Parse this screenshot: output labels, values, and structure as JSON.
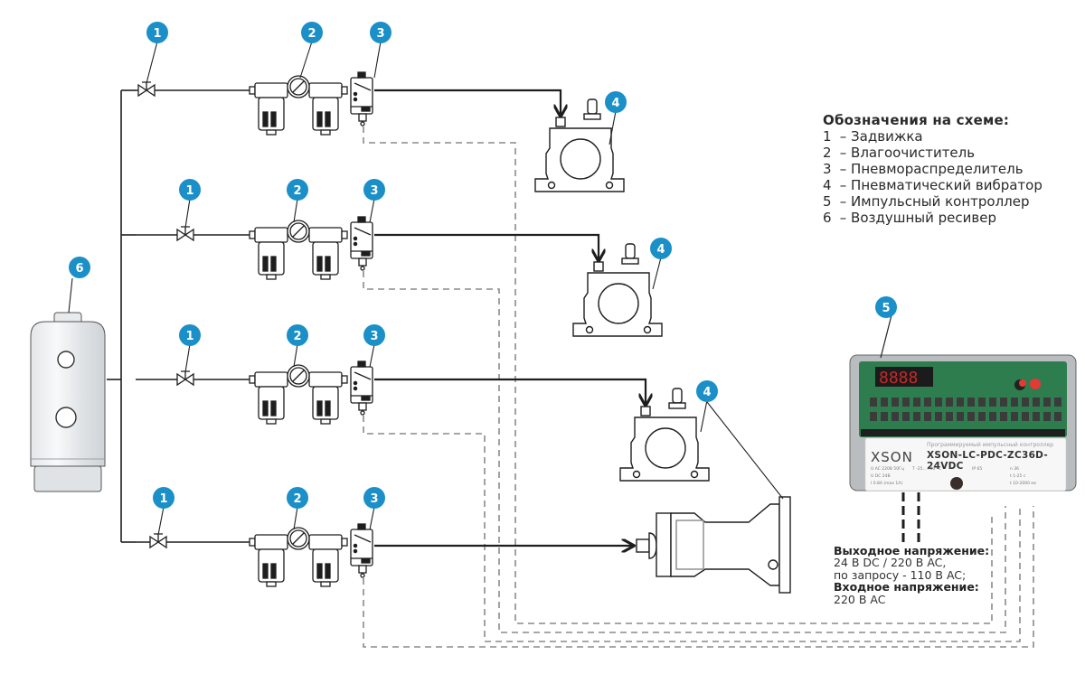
{
  "legend": {
    "title": "Обозначения на схеме:",
    "items": [
      {
        "num": "1",
        "label": "– Задвижка"
      },
      {
        "num": "2",
        "label": "– Влагоочиститель"
      },
      {
        "num": "3",
        "label": "– Пневмораспределитель"
      },
      {
        "num": "4",
        "label": "– Пневматический вибратор"
      },
      {
        "num": "5",
        "label": "– Импульсный контроллер"
      },
      {
        "num": "6",
        "label": "– Воздушный ресивер"
      }
    ]
  },
  "badges": {
    "valve": "1",
    "filter": "2",
    "distributor": "3",
    "vibrator": "4",
    "controller": "5",
    "receiver": "6"
  },
  "colors": {
    "badge": "#1a8fc8",
    "line": "#1e1e1e",
    "dashed": "#8a8a8a",
    "pcb": "#2e7d4f",
    "display": "#c62828"
  },
  "controller": {
    "brand": "XSON",
    "subtitle": "Программируемый импульсный контроллер",
    "model": "XSON-LC-PDC-ZC36D-24VDC",
    "display": "8888",
    "specs": [
      "U AC 220В 50Гц",
      "U DC 24В",
      "I 0.8A (max 1A)",
      "T -25...+60 °C",
      "IP 65",
      "n 36",
      "t 1-25 с",
      "t 10-2000 мс"
    ]
  },
  "voltage": {
    "output_title": "Выходное напряжение:",
    "output_line1": "24 В DC / 220 В AC,",
    "output_line2": "по запросу - 110 В AC;",
    "input_title": "Входное напряжение:",
    "input_value": "220 В AC"
  }
}
